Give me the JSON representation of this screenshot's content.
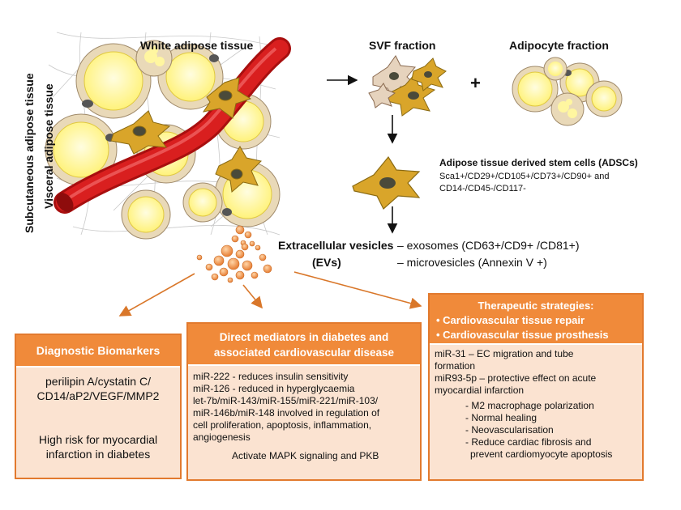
{
  "labels": {
    "white_adipose": "White adipose tissue",
    "subcutaneous": "Subcutaneous adipose tissue",
    "visceral": "Visceral adipose tissue",
    "svf": "SVF fraction",
    "plus": "+",
    "adipocyte": "Adipocyte fraction",
    "adscs_title": "Adipose tissue derived stem cells (ADSCs)",
    "adscs_markers_1": "Sca1+/CD29+/CD105+/CD73+/CD90+ and",
    "adscs_markers_2": "CD14-/CD45-/CD117-",
    "ev_title": "Extracellular vesicles",
    "ev_abbr": "(EVs)",
    "ev_exosomes": "– exosomes (CD63+/CD9+ /CD81+)",
    "ev_microvesicles": "– microvesicles  (Annexin V +)"
  },
  "diagnostic": {
    "header": "Diagnostic Biomarkers",
    "markers_1": "perilipin A/cystatin C/",
    "markers_2": "CD14/aP2/VEGF/MMP2",
    "outcome_1": "High risk for myocardial",
    "outcome_2": "infarction in diabetes"
  },
  "mediators": {
    "header_1": "Direct mediators in diabetes and",
    "header_2": "associated cardiovascular disease",
    "lines": [
      "miR-222 - reduces insulin sensitivity",
      "miR-126 - reduced in hyperglycaemia",
      "let-7b/miR-143/miR-155/miR-221/miR-103/",
      "miR-146b/miR-148 involved in regulation of",
      "cell proliferation, apoptosis, inflammation,",
      "angiogenesis"
    ],
    "activate": "Activate MAPK signaling and PKB"
  },
  "therapeutic": {
    "header": "Therapeutic strategies:",
    "bullet_1": "Cardiovascular tissue repair",
    "bullet_2": "Cardiovascular tissue prosthesis",
    "lines": [
      "miR-31 – EC migration and tube",
      "formation",
      "miR93-5p – protective effect on acute",
      "myocardial infarction"
    ],
    "effects": [
      "- M2 macrophage polarization",
      "- Normal healing",
      "- Neovascularisation",
      "- Reduce cardiac fibrosis and",
      "prevent cardiomyocyte apoptosis"
    ]
  },
  "colors": {
    "orange": "#f08a3a",
    "orange_border": "#e27a2e",
    "panel_fill": "#fbe3d1",
    "vessel": "#d91f1f",
    "adipocyte_fill": "#fffb9a",
    "adipocyte_ring": "#e9d9b8",
    "stem_cell": "#d9a52a"
  }
}
